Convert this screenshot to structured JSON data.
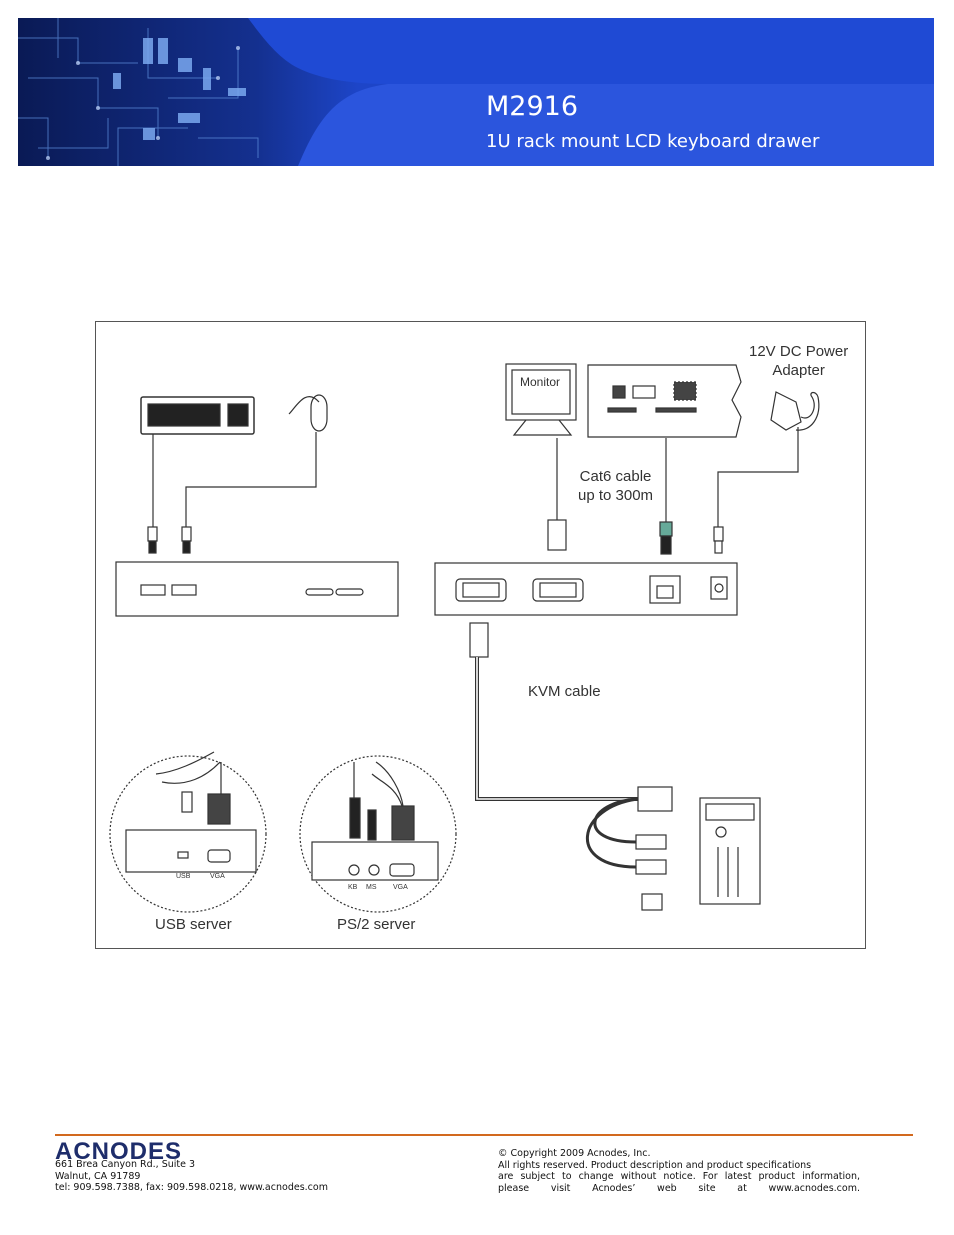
{
  "header": {
    "title": "M2916",
    "subtitle": "1U rack mount LCD keyboard drawer",
    "colors": {
      "banner_blue": "#1d45c8",
      "circuit_dark": "#0a1a55"
    }
  },
  "diagram": {
    "labels": {
      "power_adapter": "12V DC Power\nAdapter",
      "monitor": "Monitor",
      "cat6": "Cat6 cable\nup to 300m",
      "kvm_cable": "KVM cable",
      "usb_port": "USB",
      "vga_port": "VGA",
      "kb_port": "KB",
      "ms_port": "MS",
      "vga_port_ps2": "VGA",
      "usb_server": "USB server",
      "ps2_server": "PS/2 server"
    }
  },
  "footer": {
    "logo": "ACNODES",
    "address": [
      "661 Brea Canyon Rd., Suite 3",
      "Walnut, CA 91789",
      "tel: 909.598.7388, fax: 909.598.0218, www.acnodes.com"
    ],
    "copyright": [
      "© Copyright 2009 Acnodes, Inc.",
      "All rights reserved. Product description and product specifications",
      "are subject to change without notice. For latest product information,",
      "please visit Acnodes’ web site at www.acnodes.com."
    ],
    "colors": {
      "rule": "#d2691e",
      "logo": "#1e2d6b"
    }
  }
}
